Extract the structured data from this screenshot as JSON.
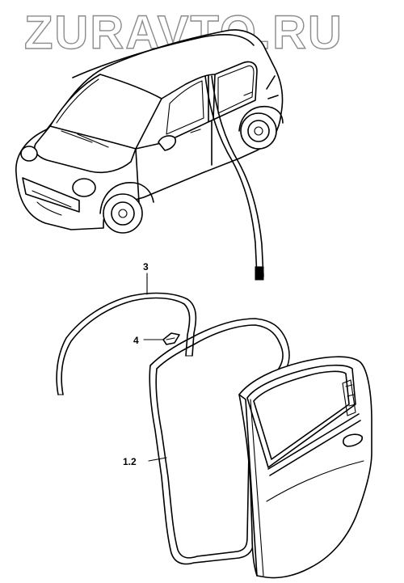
{
  "watermark": {
    "text": "ZURAVTO.RU"
  },
  "callouts": {
    "seal_upper": "3",
    "clip": "4",
    "seal_door": "1.2"
  },
  "icons": {
    "vehicle": "car-illustration-icon",
    "door": "rear-door-panel-icon"
  },
  "colors": {
    "line": "#000000",
    "watermark_stroke": "#8c8c8c",
    "background": "#ffffff"
  }
}
